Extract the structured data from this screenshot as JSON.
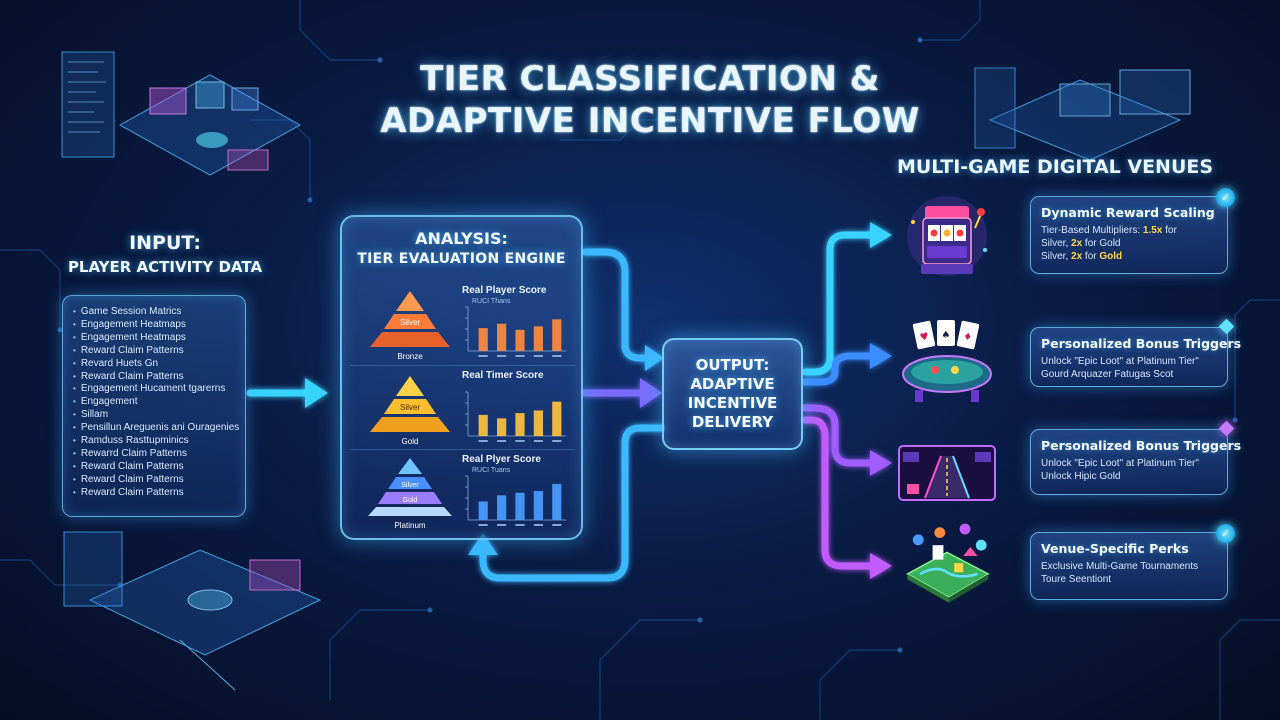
{
  "title": {
    "line1": "TIER CLASSIFICATION &",
    "line2": "ADAPTIVE INCENTIVE FLOW"
  },
  "input": {
    "heading": "INPUT:",
    "subheading": "PLAYER ACTIVITY DATA",
    "items": [
      "Game Session Matrics",
      "Engagement Heatmaps",
      "Engagement Heatmaps",
      "Reward Claim Patterns",
      "Revard Huets Gn",
      "Reward Claim Patterns",
      "Engagement Hucament tgarerns",
      "Engagement",
      "Sillam",
      "Pensillun Areguenis ani Ouragenies",
      "Ramduss Rasttupminics",
      "Rewarrd Claim Patterns",
      "Reward Claim Patterns",
      "Reward Claim Patterns",
      "Reward Claim Patterns"
    ]
  },
  "analysis": {
    "heading": "ANALYSIS:",
    "subheading": "TIER EVALUATION ENGINE",
    "tiers": [
      {
        "pyramid_top": "Silver",
        "pyramid_base": "Bronze",
        "score_label": "Real Player Score",
        "score_sub": "RUCI Thans"
      },
      {
        "pyramid_top": "Silver",
        "pyramid_base": "Gold",
        "score_label": "Real Timer Score",
        "score_sub": ""
      },
      {
        "pyramid_top": "Silver",
        "pyramid_mid": "Gold",
        "pyramid_base": "Platinum",
        "score_label": "Real Plyer Score",
        "score_sub": "RUCI Tuans"
      }
    ]
  },
  "chart_data": [
    {
      "type": "bar",
      "title": "Real Player Score",
      "categories": [
        "",
        "",
        "",
        "",
        ""
      ],
      "values": [
        52,
        62,
        48,
        56,
        72
      ],
      "color": "#ff8a3c"
    },
    {
      "type": "bar",
      "title": "Real Timer Score",
      "categories": [
        "",
        "",
        "",
        "",
        ""
      ],
      "values": [
        48,
        40,
        52,
        58,
        78
      ],
      "color": "#ffc23c"
    },
    {
      "type": "bar",
      "title": "Real Plyer Score",
      "categories": [
        "",
        "",
        "",
        "",
        ""
      ],
      "values": [
        42,
        56,
        62,
        66,
        82
      ],
      "color": "#4a9cff"
    }
  ],
  "output": {
    "line1": "OUTPUT:",
    "line2": "ADAPTIVE",
    "line3": "INCENTIVE",
    "line4": "DELIVERY"
  },
  "venues": {
    "heading": "MULTI-GAME DIGITAL VENUES",
    "cards": [
      {
        "title": "Dynamic Reward Scaling",
        "line1_pre": "Tier-Based Multipliers: ",
        "line1_hl": "1.5x",
        "line1_post": " for",
        "line2_pre": "Silver, ",
        "line2_hl": "2x",
        "line2_post": " for Gold",
        "line3_pre": "Silver, ",
        "line3_hl1": "2x",
        "line3_mid": " for ",
        "line3_hl2": "Gold",
        "marker": "check"
      },
      {
        "title": "Personalized Bonus Triggers",
        "line1": "Unlock \"Epic Loot\" at Platinum Tier\"",
        "line2": "Gourd Arquazer Fatugas Scot",
        "marker": "diamond"
      },
      {
        "title": "Personalized Bonus Triggers",
        "line1": "Unlock \"Epic Loot\" at Platinum Tier\"",
        "line2": "Unlock Hipic Gold",
        "marker": "diamond-purple"
      },
      {
        "title": "Venue-Specific Perks",
        "line1": "Exclusive Multi-Game Tournaments",
        "line2": "Toure Seentiont",
        "marker": "check"
      }
    ],
    "icons": [
      "slot-machine",
      "card-table",
      "racing-track",
      "game-board"
    ],
    "check_glyph": "✓"
  },
  "colors": {
    "accent_cyan": "#37d3ff",
    "accent_blue": "#3b8cff",
    "accent_purple": "#b35cff",
    "highlight_yellow": "#ffd84a"
  }
}
